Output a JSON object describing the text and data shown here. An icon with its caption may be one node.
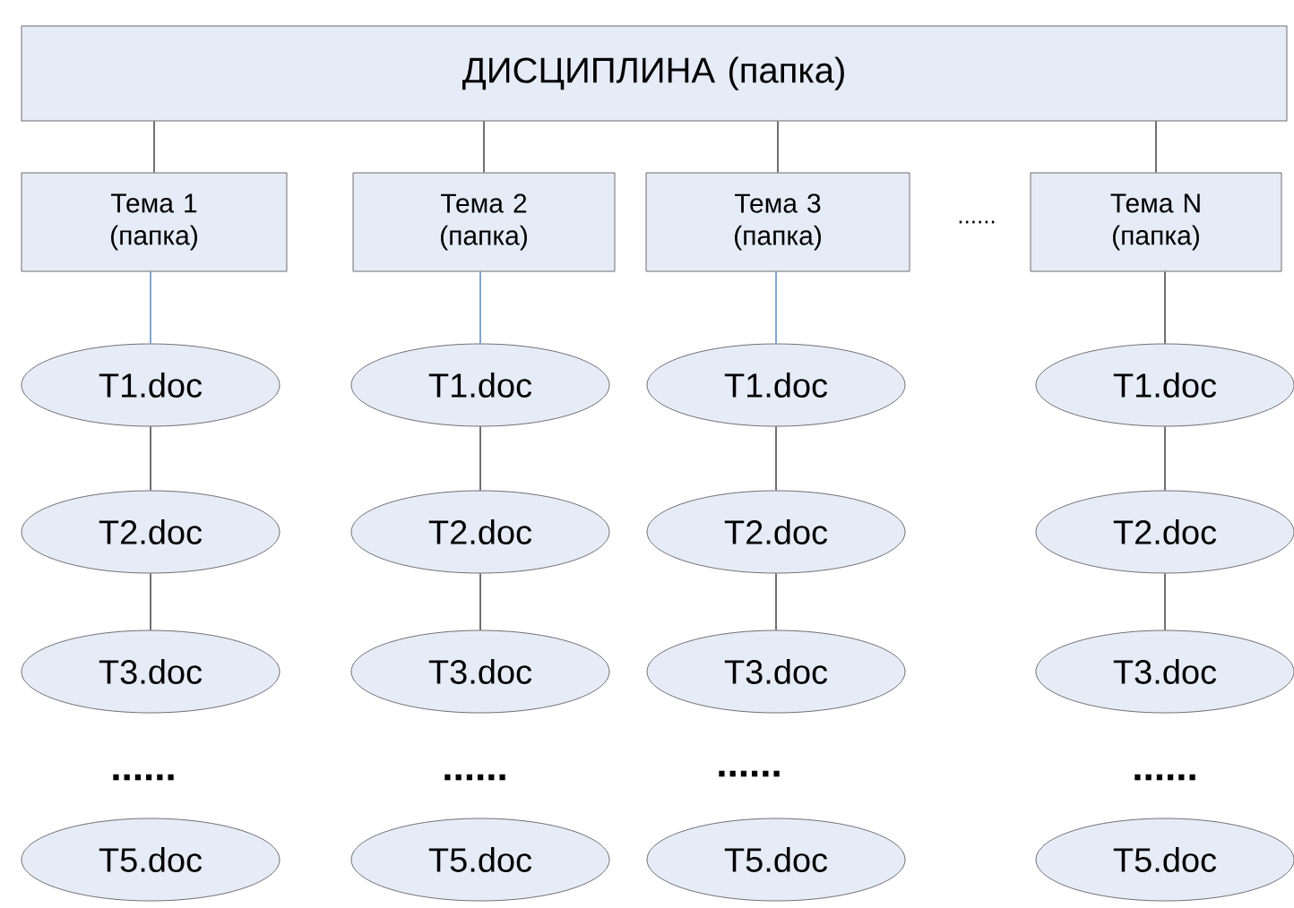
{
  "diagram": {
    "nodes": [
      {
        "text": [
          "ДИСЦИПЛИНА (папка)"
        ]
      },
      {
        "text": [
          "Тема 1 (папка)"
        ]
      },
      {
        "text": [
          "Тема 2 (папка)"
        ]
      },
      {
        "text": [
          "Тема 3 (папка)"
        ]
      },
      {
        "text": [
          "Тема N (папка)"
        ]
      },
      {
        "text": [
          "T1.doc"
        ]
      },
      {
        "text": [
          "T1.doc"
        ]
      },
      {
        "text": [
          "T1.doc"
        ]
      },
      {
        "text": [
          "T1.doc"
        ]
      },
      {
        "text": [
          "T2.doc"
        ]
      },
      {
        "text": [
          "T2.doc"
        ]
      },
      {
        "text": [
          "T2.doc"
        ]
      },
      {
        "text": [
          "T2.doc"
        ]
      },
      {
        "text": [
          "T3.doc"
        ]
      },
      {
        "text": [
          "T3.doc"
        ]
      },
      {
        "text": [
          "T3.doc"
        ]
      },
      {
        "text": [
          "T3.doc"
        ]
      },
      {
        "text": [
          "T5.doc"
        ]
      },
      {
        "text": [
          "T5.doc"
        ]
      },
      {
        "text": [
          "T5.doc"
        ]
      },
      {
        "text": [
          "T5.doc"
        ]
      }
    ],
    "edges": [
      {
        "from": 0,
        "to": 1,
        "arrow": "none"
      },
      {
        "from": 0,
        "to": 2,
        "arrow": "none"
      },
      {
        "from": 0,
        "to": 3,
        "arrow": "none"
      },
      {
        "from": 0,
        "to": 4,
        "arrow": "none"
      },
      {
        "from": 1,
        "to": 5,
        "arrow": "none",
        "color": "#4f81bd"
      },
      {
        "from": 2,
        "to": 6,
        "arrow": "none",
        "color": "#4f81bd"
      },
      {
        "from": 3,
        "to": 7,
        "arrow": "none",
        "color": "#4f81bd"
      },
      {
        "from": 4,
        "to": 8,
        "arrow": "none"
      },
      {
        "from": 5,
        "to": 9,
        "arrow": "none"
      },
      {
        "from": 6,
        "to": 10,
        "arrow": "none"
      },
      {
        "from": 7,
        "to": 11,
        "arrow": "none"
      },
      {
        "from": 8,
        "to": 12,
        "arrow": "none"
      },
      {
        "from": 9,
        "to": 13,
        "arrow": "none"
      },
      {
        "from": 10,
        "to": 14,
        "arrow": "none"
      },
      {
        "from": 11,
        "to": 15,
        "arrow": "none"
      },
      {
        "from": 12,
        "to": 16,
        "arrow": "none"
      }
    ],
    "labels": [
      "......",
      "......",
      "......",
      "......",
      "......"
    ]
  }
}
